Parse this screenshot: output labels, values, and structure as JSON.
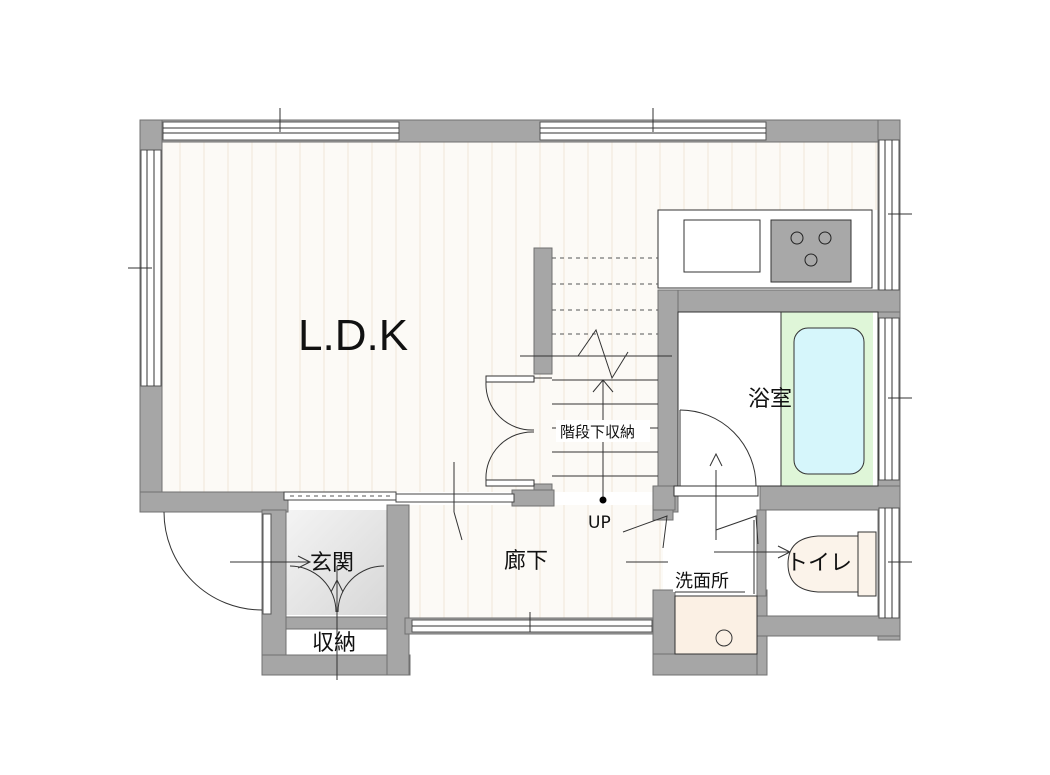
{
  "rooms": {
    "ldk": "L.D.K",
    "bath": "浴室",
    "under_stairs_storage": "階段下収納",
    "stairs_up": "UP",
    "entrance": "玄関",
    "storage": "収納",
    "hallway": "廊下",
    "washroom": "洗面所",
    "toilet": "トイレ"
  },
  "colors": {
    "wall": "#a6a6a6",
    "floor_wood": "#fbf8f2",
    "bath_tile": "#dff6d8",
    "bathtub": "#d6f6fb",
    "washroom_floor": "#fbf0e4",
    "toilet_floor": "#fbf3ea",
    "stove": "#a8a8a8"
  }
}
